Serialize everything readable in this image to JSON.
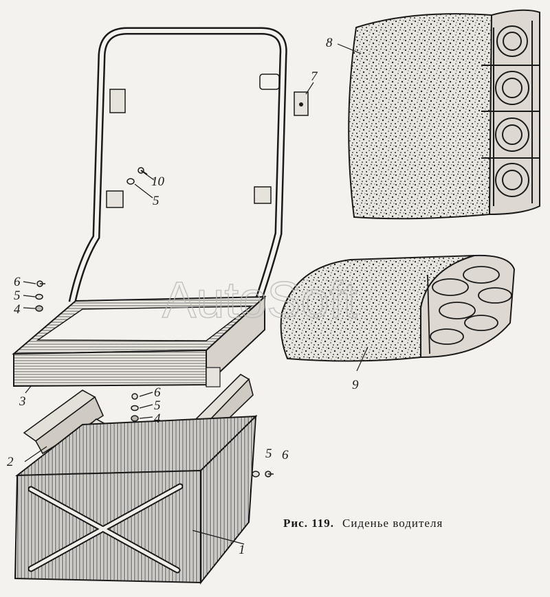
{
  "figure": {
    "caption_prefix": "Рис. 119.",
    "caption_title": "Сиденье водителя",
    "watermark": "AutoSoft"
  },
  "callouts": {
    "c1": "1",
    "c2": "2",
    "c3": "3",
    "c4a": "4",
    "c5a": "5",
    "c6a": "6",
    "c4b": "4",
    "c5b": "5",
    "c6b": "6",
    "c5c": "5",
    "c6c": "6",
    "c5d": "5",
    "c10": "10",
    "c7": "7",
    "c8": "8",
    "c9": "9"
  },
  "colors": {
    "ink": "#1a1a1a",
    "paper": "#f4f2ee"
  }
}
